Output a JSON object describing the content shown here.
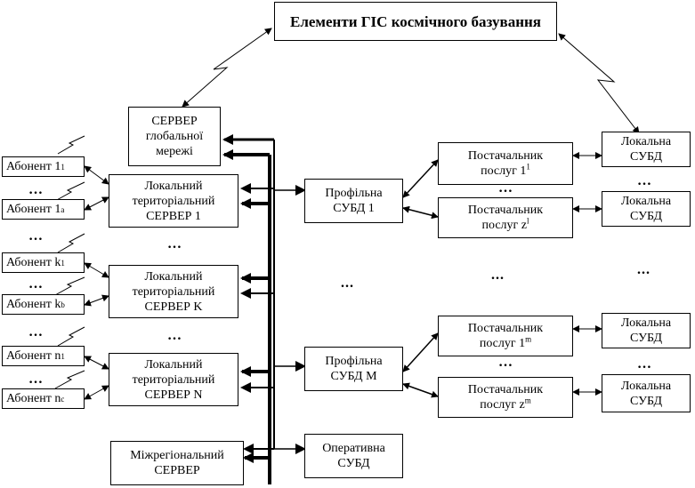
{
  "title": "Елементи ГІС космічного базування",
  "global_server": "СЕРВЕР\nглобальної\nмережі",
  "local_servers": [
    "Локальний\nтериторіальний\nСЕРВЕР 1",
    "Локальний\nтериторіальний\nСЕРВЕР K",
    "Локальний\nтериторіальний\nСЕРВЕР N"
  ],
  "interregional_server": "Міжрегіональний\nСЕРВЕР",
  "subscribers": [
    {
      "label": "Абонент 1",
      "sup": "1"
    },
    {
      "label": "Абонент 1",
      "sup": "a"
    },
    {
      "label": "Абонент k",
      "sup": "1"
    },
    {
      "label": "Абонент k",
      "sup": "b"
    },
    {
      "label": "Абонент n",
      "sup": "1"
    },
    {
      "label": "Абонент n",
      "sup": "c"
    }
  ],
  "profile_dbms": [
    "Профільна\nСУБД 1",
    "Профільна\nСУБД М"
  ],
  "operational_dbms": "Оперативна\nСУБД",
  "providers": [
    {
      "label": "Постачальник\nпослуг 1",
      "sup": "1"
    },
    {
      "label": "Постачальник\nпослуг z",
      "sup": "l"
    },
    {
      "label": "Постачальник\nпослуг 1",
      "sup": "m"
    },
    {
      "label": "Постачальник\nпослуг z",
      "sup": "m"
    }
  ],
  "local_dbms": [
    "Локальна\nСУБД",
    "Локальна\nСУБД",
    "Локальна\nСУБД",
    "Локальна\nСУБД"
  ],
  "ellipsis": "…",
  "ellipsis_wide": "..."
}
